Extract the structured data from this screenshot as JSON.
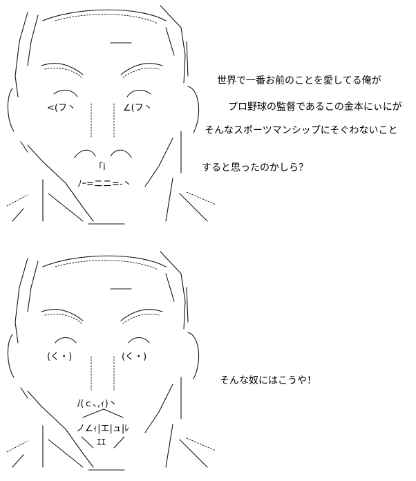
{
  "panels": [
    {
      "eyes": {
        "left": "<(フ丶",
        "right": "∠(フ丶"
      },
      "mouth": "ﾉｰ=ニニ=-丶",
      "nose_mark": "「i",
      "captions": [
        "世界で一番お前のことを愛してる俺が",
        "プロ野球の監督であるこの金本にぃにが",
        "そんなスポーツマンシップにそぐわないこと",
        "すると思ったのかしら？"
      ]
    },
    {
      "eyes": {
        "left": "(く・)",
        "right": "(く・)"
      },
      "nose_mark": "/(ｃ､,ｨ)丶",
      "mouth": "ノ∠ｨ|エ|ュ|ﾚ",
      "mouth_lower": "ｴｴ",
      "captions": [
        "そんな奴にはこうや！"
      ]
    }
  ]
}
